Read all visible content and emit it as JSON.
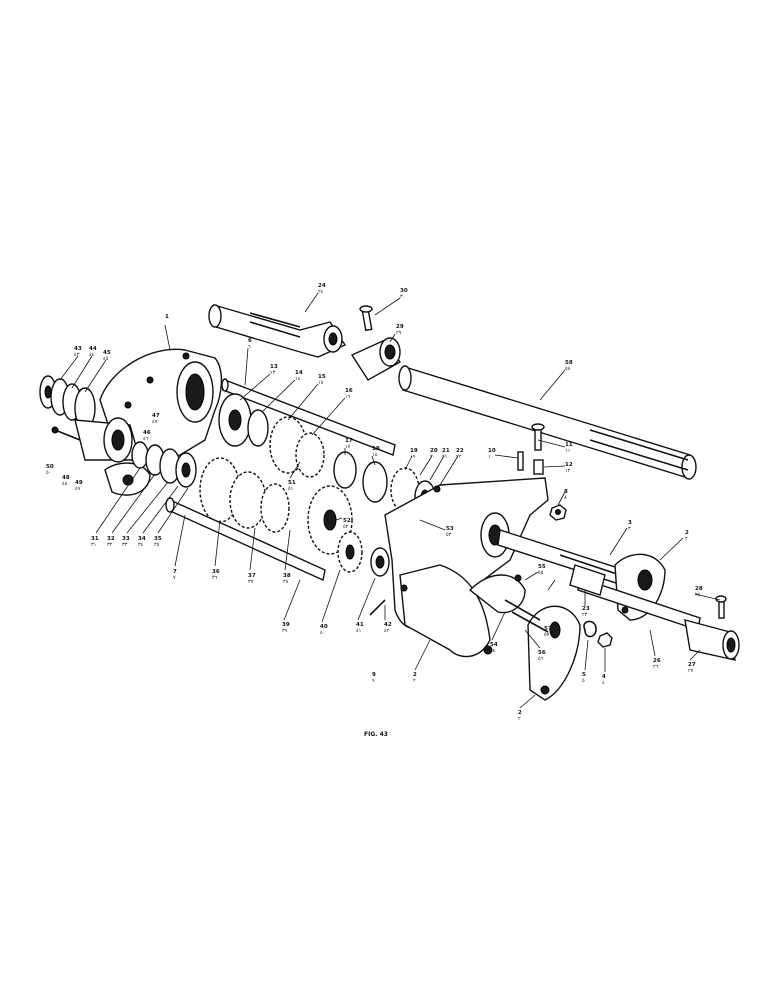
{
  "figure": {
    "caption": "FIG. 43"
  },
  "callouts": [
    {
      "id": "c1",
      "num": "1",
      "alt": ""
    },
    {
      "id": "c24",
      "num": "24",
      "alt": "٢٤"
    },
    {
      "id": "c30",
      "num": "30",
      "alt": "٣٠"
    },
    {
      "id": "c29",
      "num": "29",
      "alt": "٢٩"
    },
    {
      "id": "c58",
      "num": "58",
      "alt": "٥٨"
    },
    {
      "id": "c6",
      "num": "6",
      "alt": "٦"
    },
    {
      "id": "c43",
      "num": "43",
      "alt": "٤٣"
    },
    {
      "id": "c44",
      "num": "44",
      "alt": "٤٤"
    },
    {
      "id": "c45",
      "num": "45",
      "alt": "٤٥"
    },
    {
      "id": "c13",
      "num": "13",
      "alt": "١٣"
    },
    {
      "id": "c14",
      "num": "14",
      "alt": "١٤"
    },
    {
      "id": "c15",
      "num": "15",
      "alt": "١٥"
    },
    {
      "id": "c16",
      "num": "16",
      "alt": "١٦"
    },
    {
      "id": "c47",
      "num": "47",
      "alt": "٤٧"
    },
    {
      "id": "c46",
      "num": "46",
      "alt": "٤٦"
    },
    {
      "id": "c50",
      "num": "50",
      "alt": "٥٠"
    },
    {
      "id": "c48",
      "num": "48",
      "alt": "٤٨"
    },
    {
      "id": "c49",
      "num": "49",
      "alt": "٤٩"
    },
    {
      "id": "c17",
      "num": "17",
      "alt": "١٧"
    },
    {
      "id": "c18",
      "num": "18",
      "alt": "١٨"
    },
    {
      "id": "c10",
      "num": "10",
      "alt": "١٠"
    },
    {
      "id": "c11",
      "num": "11",
      "alt": "١١"
    },
    {
      "id": "c12",
      "num": "12",
      "alt": "١٢"
    },
    {
      "id": "c19",
      "num": "19",
      "alt": "١٩"
    },
    {
      "id": "c20",
      "num": "20",
      "alt": "٢٠"
    },
    {
      "id": "c21",
      "num": "21",
      "alt": "٢١"
    },
    {
      "id": "c22",
      "num": "22",
      "alt": "٢٢"
    },
    {
      "id": "c8",
      "num": "8",
      "alt": "٨"
    },
    {
      "id": "c51",
      "num": "51",
      "alt": "٥١"
    },
    {
      "id": "c31",
      "num": "31",
      "alt": "٣١"
    },
    {
      "id": "c32",
      "num": "32",
      "alt": "٣٢"
    },
    {
      "id": "c33",
      "num": "33",
      "alt": "٣٣"
    },
    {
      "id": "c34",
      "num": "34",
      "alt": "٣٤"
    },
    {
      "id": "c35",
      "num": "35",
      "alt": "٣٥"
    },
    {
      "id": "c7",
      "num": "7",
      "alt": "٧"
    },
    {
      "id": "c36",
      "num": "36",
      "alt": "٣٦"
    },
    {
      "id": "c37",
      "num": "37",
      "alt": "٣٧"
    },
    {
      "id": "c38",
      "num": "38",
      "alt": "٣٨"
    },
    {
      "id": "c52",
      "num": "52",
      "alt": "٥٢"
    },
    {
      "id": "c53",
      "num": "53",
      "alt": "٥٣"
    },
    {
      "id": "c3",
      "num": "3",
      "alt": "٣"
    },
    {
      "id": "c2a",
      "num": "2",
      "alt": "٢"
    },
    {
      "id": "c39",
      "num": "39",
      "alt": "٣٩"
    },
    {
      "id": "c40",
      "num": "40",
      "alt": "٤٠"
    },
    {
      "id": "c41",
      "num": "41",
      "alt": "٤١"
    },
    {
      "id": "c42",
      "num": "42",
      "alt": "٤٢"
    },
    {
      "id": "c9",
      "num": "9",
      "alt": "٩"
    },
    {
      "id": "c54",
      "num": "54",
      "alt": "٥٤"
    },
    {
      "id": "c55",
      "num": "55",
      "alt": "٥٥"
    },
    {
      "id": "c23",
      "num": "23",
      "alt": "٢٣"
    },
    {
      "id": "c28",
      "num": "28",
      "alt": "٢٨"
    },
    {
      "id": "c56",
      "num": "56",
      "alt": "٥٦"
    },
    {
      "id": "c57",
      "num": "57",
      "alt": "٥٧"
    },
    {
      "id": "c5",
      "num": "5",
      "alt": "٥"
    },
    {
      "id": "c4",
      "num": "4",
      "alt": "٤"
    },
    {
      "id": "c26",
      "num": "26",
      "alt": "٢٦"
    },
    {
      "id": "c27",
      "num": "27",
      "alt": "٢٧"
    },
    {
      "id": "c2b",
      "num": "2",
      "alt": "٢"
    },
    {
      "id": "c2c",
      "num": "2",
      "alt": "٢"
    }
  ]
}
